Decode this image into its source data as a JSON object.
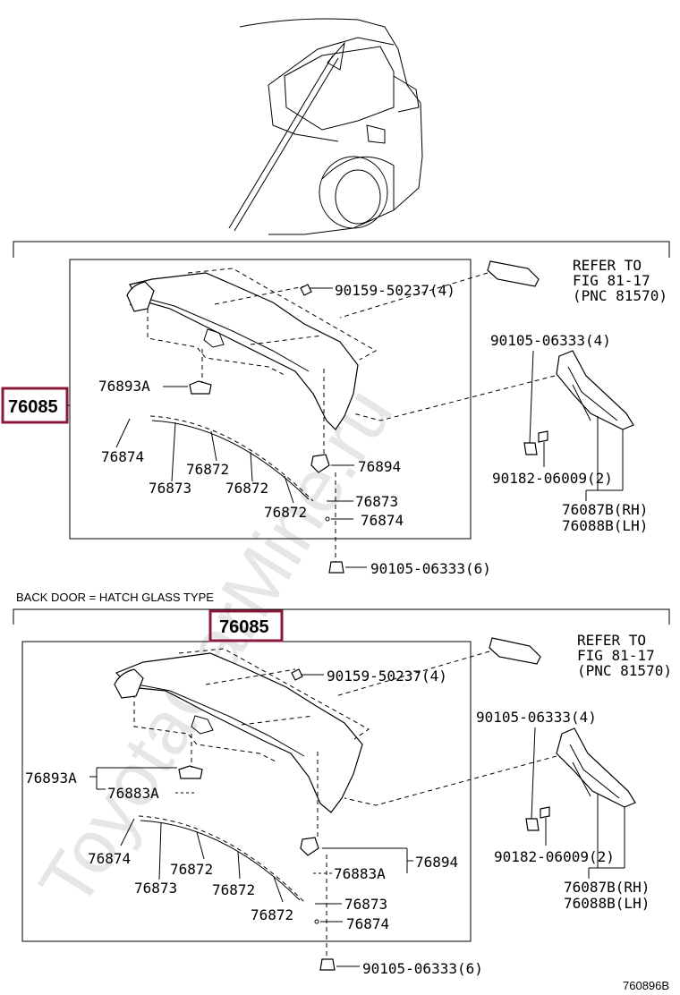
{
  "watermark": "ToyotaCarMine.ru",
  "drawing_id": "760896B",
  "section_two_caption": "BACK DOOR = HATCH GLASS TYPE",
  "top": {
    "assembly": "76085",
    "refer": [
      "REFER TO",
      "FIG 81-17",
      "(PNC 81570)"
    ],
    "labels": {
      "screw_a": "90159-50237(4)",
      "bolt_a": "90105-06333(4)",
      "clip_a": "76893A",
      "bracket_a": "76894",
      "grommet_a": "90182-06009(2)",
      "cover_rh": "76087B(RH)",
      "cover_lh": "76088B(LH)",
      "pad_1": "76874",
      "pad_2": "76872",
      "pad_3": "76873",
      "pad_4": "76872",
      "pad_5": "76872",
      "pad_6": "76873",
      "pad_7": "76874",
      "bolt_b": "90105-06333(6)"
    }
  },
  "bottom": {
    "assembly": "76085",
    "refer": [
      "REFER TO",
      "FIG 81-17",
      "(PNC 81570)"
    ],
    "labels": {
      "screw_a": "90159-50237(4)",
      "bolt_a": "90105-06333(4)",
      "clip_a": "76893A",
      "clip_b": "76883A",
      "bracket_a": "76894",
      "clip_c": "76883A",
      "grommet_a": "90182-06009(2)",
      "cover_rh": "76087B(RH)",
      "cover_lh": "76088B(LH)",
      "pad_1": "76874",
      "pad_2": "76872",
      "pad_3": "76873",
      "pad_4": "76872",
      "pad_5": "76872",
      "pad_6": "76873",
      "pad_7": "76874",
      "bolt_b": "90105-06333(6)"
    }
  }
}
